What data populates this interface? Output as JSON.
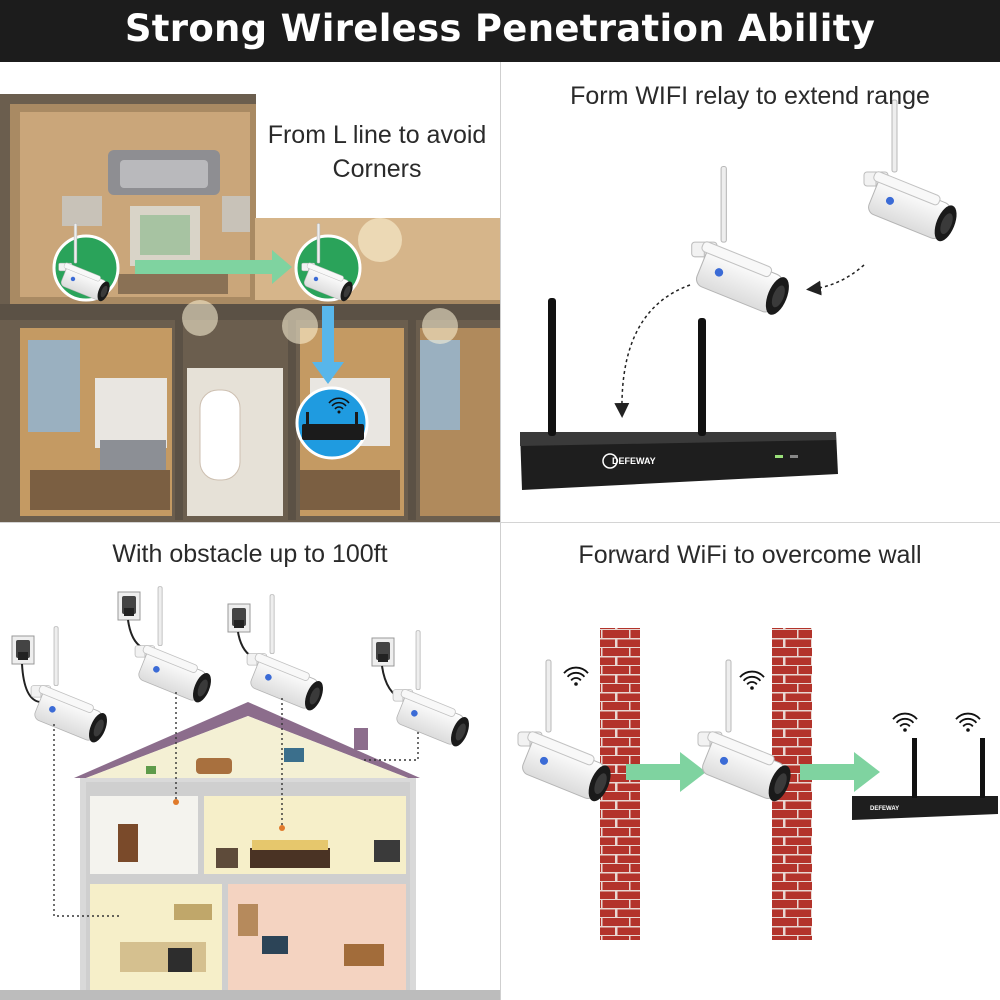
{
  "banner": {
    "title": "Strong Wireless Penetration Ability"
  },
  "panels": {
    "top_left": {
      "caption": "From L line to avoid Corners"
    },
    "top_right": {
      "caption": "Form WIFI relay to extend range"
    },
    "bottom_left": {
      "caption": "With obstacle up to 100ft"
    },
    "bottom_right": {
      "caption": "Forward WiFi to overcome wall"
    }
  },
  "nvr": {
    "brand": "DEFEWAY"
  },
  "colors": {
    "banner_bg": "#1c1c1c",
    "green_badge": "#2aa35a",
    "blue_badge": "#1f9be0",
    "arrow_green": "#7fd3a0",
    "arrow_blue": "#58b6ea",
    "brick": "#b3332b",
    "house_roof": "#8c6d8c"
  }
}
